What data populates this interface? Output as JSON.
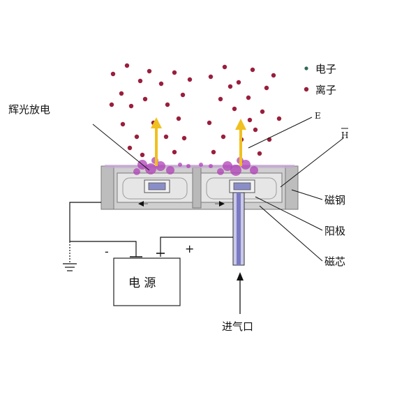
{
  "labels": {
    "glow_discharge": "辉光放电",
    "electron": "电子",
    "ion": "离子",
    "field_e": "E",
    "field_h": "H",
    "magnet_steel": "磁钢",
    "anode": "阳极",
    "magnetic_core": "磁芯",
    "power_supply": "电 源",
    "gas_inlet": "进气口",
    "minus": "-",
    "plus": "+"
  },
  "colors": {
    "ion": "#9a1e3c",
    "electron": "#2e6b55",
    "glow": "#b040b8",
    "field_arrow": "#f0c020",
    "housing": "#c8c8c8",
    "electrode": "#8a8ec8",
    "gas_tube": "#8c8cd0"
  },
  "icons": {
    "ground": "ground-symbol-icon",
    "field_arrow": "up-arrow-icon",
    "inlet_arrow": "up-arrow-icon"
  }
}
